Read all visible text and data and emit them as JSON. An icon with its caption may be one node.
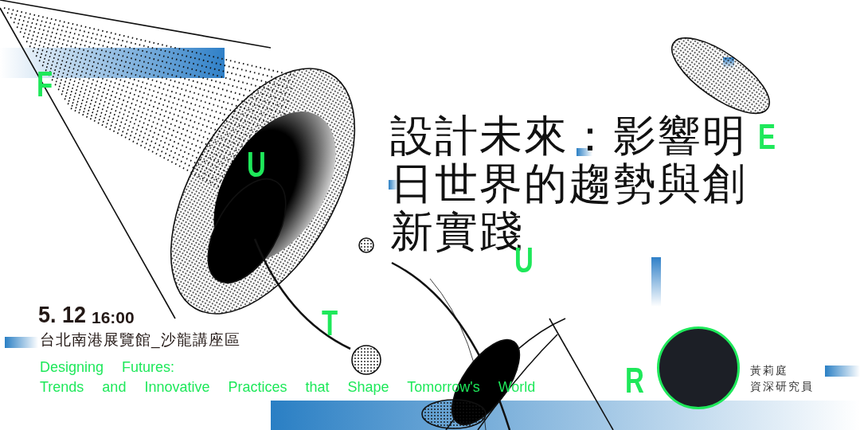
{
  "diagram": {
    "title": "設計未來：影響明日世界的趨勢與創新實踐",
    "labels": [
      "F",
      "E",
      "U",
      "U",
      "5. 12",
      "16:00",
      "T",
      "台北南港展覽館_沙龍講座區",
      "Designing Futures:",
      "Trends and Innovative Practices that Shape Tomorrow's World",
      "R",
      "黃莉庭",
      "資深研究員"
    ]
  }
}
